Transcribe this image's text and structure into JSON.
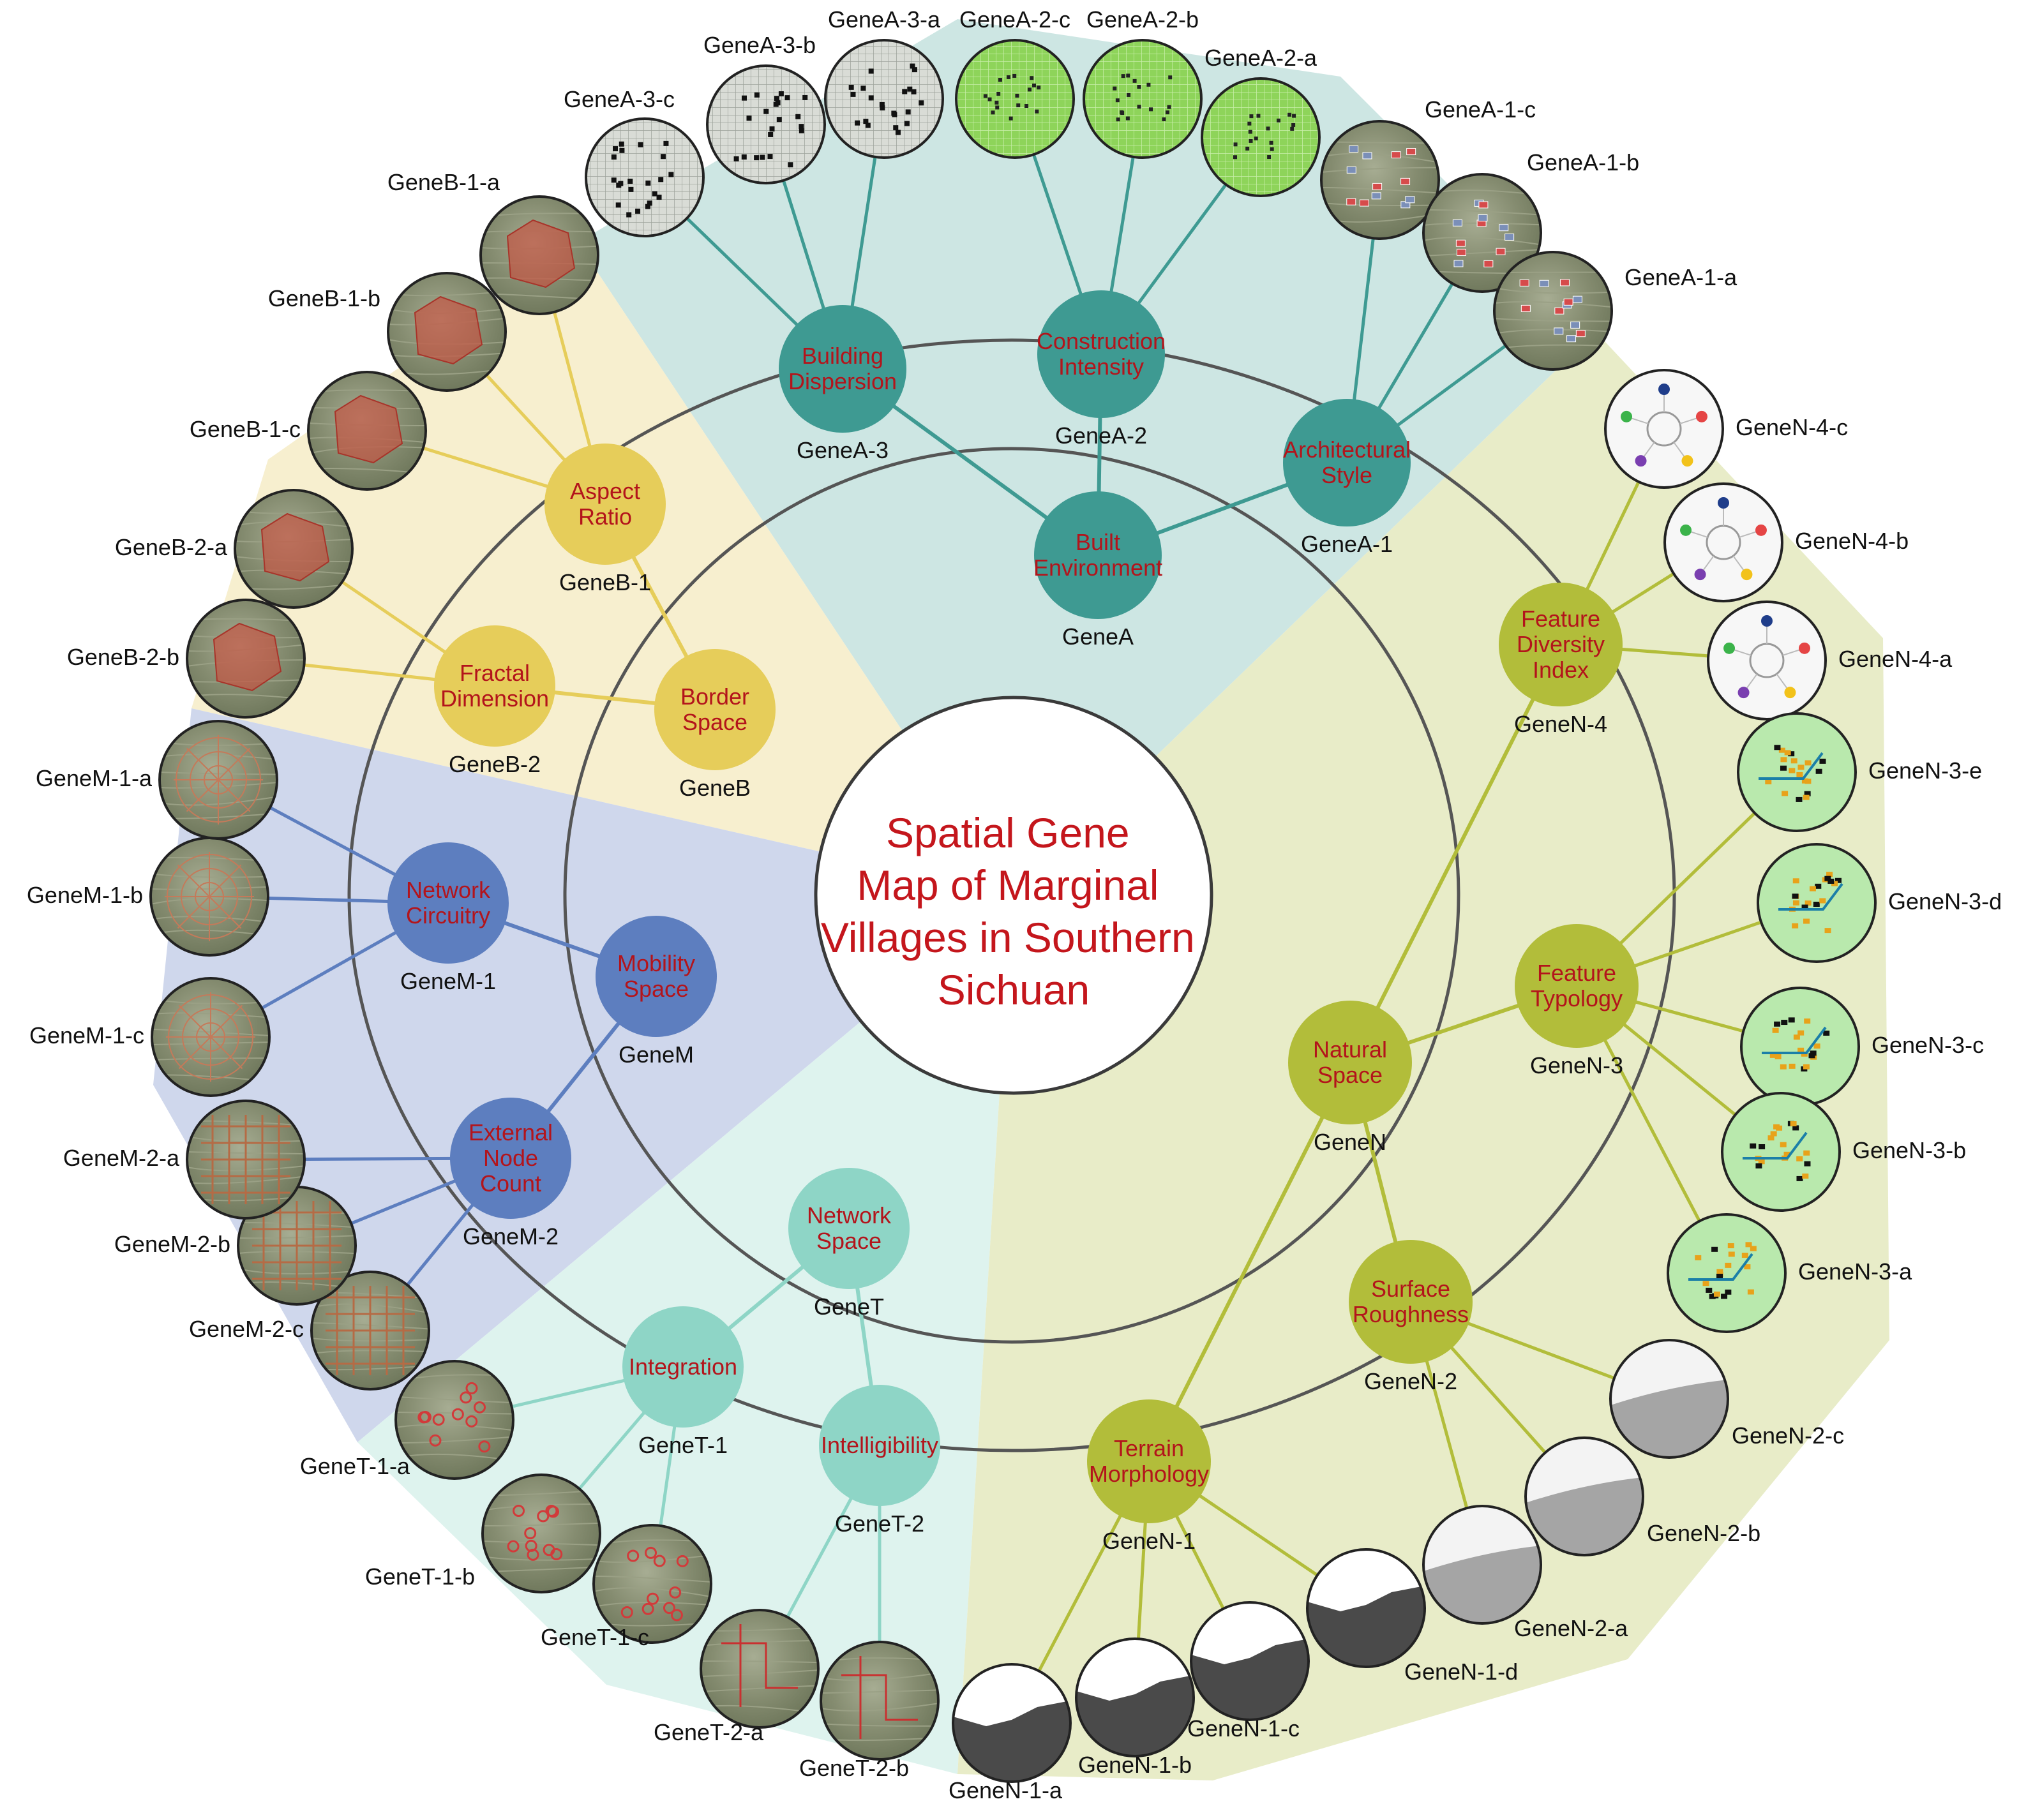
{
  "title_lines": [
    "Spatial Gene",
    "Map of Marginal",
    "Villages in Southern",
    "Sichuan"
  ],
  "colors": {
    "title_red": "#c4161c",
    "label_red": "#b3141b",
    "architecture_teal": "#3e9a92",
    "boundary_yellow": "#e6cd5a",
    "mobility_blue": "#5d7ebf",
    "network_mint": "#8ed5c6",
    "natural_olive": "#b2bd3a"
  },
  "sectors": [
    {
      "id": "GeneA",
      "name": "Built Environment",
      "icon": "building-icon"
    },
    {
      "id": "GeneB",
      "name": "Border Space",
      "icon": "boundary-icon"
    },
    {
      "id": "GeneM",
      "name": "Mobility Space",
      "icon": "road-icon"
    },
    {
      "id": "GeneT",
      "name": "Network Space",
      "icon": "network-icon"
    },
    {
      "id": "GeneN",
      "name": "Natural Space",
      "icon": "terrain-icon"
    }
  ],
  "hubs": [
    {
      "id": "GeneA",
      "name": "Built\nEnvironment",
      "label": "GeneA",
      "sector": "A"
    },
    {
      "id": "GeneA-1",
      "name": "Architectural\nStyle",
      "label": "GeneA-1",
      "sector": "A"
    },
    {
      "id": "GeneA-2",
      "name": "Construction\nIntensity",
      "label": "GeneA-2",
      "sector": "A"
    },
    {
      "id": "GeneA-3",
      "name": "Building\nDispersion",
      "label": "GeneA-3",
      "sector": "A"
    },
    {
      "id": "GeneB",
      "name": "Border\nSpace",
      "label": "GeneB",
      "sector": "B"
    },
    {
      "id": "GeneB-1",
      "name": "Aspect\nRatio",
      "label": "GeneB-1",
      "sector": "B"
    },
    {
      "id": "GeneB-2",
      "name": "Fractal\nDimension",
      "label": "GeneB-2",
      "sector": "B"
    },
    {
      "id": "GeneM",
      "name": "Mobility\nSpace",
      "label": "GeneM",
      "sector": "M"
    },
    {
      "id": "GeneM-1",
      "name": "Network\nCircuitry",
      "label": "GeneM-1",
      "sector": "M"
    },
    {
      "id": "GeneM-2",
      "name": "External\nNode\nCount",
      "label": "GeneM-2",
      "sector": "M"
    },
    {
      "id": "GeneT",
      "name": "Network\nSpace",
      "label": "GeneT",
      "sector": "T"
    },
    {
      "id": "GeneT-1",
      "name": "Integration",
      "label": "GeneT-1",
      "sector": "T"
    },
    {
      "id": "GeneT-2",
      "name": "Intelligibility",
      "label": "GeneT-2",
      "sector": "T"
    },
    {
      "id": "GeneN",
      "name": "Natural\nSpace",
      "label": "GeneN",
      "sector": "N"
    },
    {
      "id": "GeneN-1",
      "name": "Terrain\nMorphology",
      "label": "GeneN-1",
      "sector": "N"
    },
    {
      "id": "GeneN-2",
      "name": "Surface\nRoughness",
      "label": "GeneN-2",
      "sector": "N"
    },
    {
      "id": "GeneN-3",
      "name": "Feature\nTypology",
      "label": "GeneN-3",
      "sector": "N"
    },
    {
      "id": "GeneN-4",
      "name": "Feature\nDiversity\nIndex",
      "label": "GeneN-4",
      "sector": "N"
    }
  ],
  "leaves": [
    {
      "label": "GeneA-3-a",
      "hub": "GeneA-3",
      "kind": "grid"
    },
    {
      "label": "GeneA-2-c",
      "hub": "GeneA-2",
      "kind": "green-grid"
    },
    {
      "label": "GeneA-2-b",
      "hub": "GeneA-2",
      "kind": "green-grid"
    },
    {
      "label": "GeneA-2-a",
      "hub": "GeneA-2",
      "kind": "green-grid"
    },
    {
      "label": "GeneA-1-c",
      "hub": "GeneA-1",
      "kind": "aerial-buildings"
    },
    {
      "label": "GeneA-1-b",
      "hub": "GeneA-1",
      "kind": "aerial-buildings"
    },
    {
      "label": "GeneA-1-a",
      "hub": "GeneA-1",
      "kind": "aerial-buildings"
    },
    {
      "label": "GeneN-4-c",
      "hub": "GeneN-4",
      "kind": "diversity"
    },
    {
      "label": "GeneN-4-b",
      "hub": "GeneN-4",
      "kind": "diversity"
    },
    {
      "label": "GeneN-4-a",
      "hub": "GeneN-4",
      "kind": "diversity"
    },
    {
      "label": "GeneN-3-e",
      "hub": "GeneN-3",
      "kind": "feature-map"
    },
    {
      "label": "GeneN-3-d",
      "hub": "GeneN-3",
      "kind": "feature-map"
    },
    {
      "label": "GeneN-3-c",
      "hub": "GeneN-3",
      "kind": "feature-map"
    },
    {
      "label": "GeneN-3-b",
      "hub": "GeneN-3",
      "kind": "feature-map"
    },
    {
      "label": "GeneN-3-a",
      "hub": "GeneN-3",
      "kind": "feature-map"
    },
    {
      "label": "GeneN-2-c",
      "hub": "GeneN-2",
      "kind": "roughness"
    },
    {
      "label": "GeneN-2-b",
      "hub": "GeneN-2",
      "kind": "roughness"
    },
    {
      "label": "GeneN-2-a",
      "hub": "GeneN-2",
      "kind": "roughness"
    },
    {
      "label": "GeneN-1-d",
      "hub": "GeneN-1",
      "kind": "terrain"
    },
    {
      "label": "GeneN-1-c",
      "hub": "GeneN-1",
      "kind": "terrain"
    },
    {
      "label": "GeneN-1-b",
      "hub": "GeneN-1",
      "kind": "terrain"
    },
    {
      "label": "GeneN-1-a",
      "hub": "GeneN-1",
      "kind": "terrain"
    },
    {
      "label": "GeneT-2-b",
      "hub": "GeneT-2",
      "kind": "aerial-network"
    },
    {
      "label": "GeneT-2-a",
      "hub": "GeneT-2",
      "kind": "aerial-network"
    },
    {
      "label": "GeneT-1-c",
      "hub": "GeneT-1",
      "kind": "aerial-nodes"
    },
    {
      "label": "GeneT-1-b",
      "hub": "GeneT-1",
      "kind": "aerial-nodes"
    },
    {
      "label": "GeneT-1-a",
      "hub": "GeneT-1",
      "kind": "aerial-nodes"
    },
    {
      "label": "GeneM-2-c",
      "hub": "GeneM-2",
      "kind": "aerial-lattice"
    },
    {
      "label": "GeneM-2-b",
      "hub": "GeneM-2",
      "kind": "aerial-lattice"
    },
    {
      "label": "GeneM-2-a",
      "hub": "GeneM-2",
      "kind": "aerial-lattice"
    },
    {
      "label": "GeneM-1-c",
      "hub": "GeneM-1",
      "kind": "aerial-radial"
    },
    {
      "label": "GeneM-1-b",
      "hub": "GeneM-1",
      "kind": "aerial-radial"
    },
    {
      "label": "GeneM-1-a",
      "hub": "GeneM-1",
      "kind": "aerial-radial"
    },
    {
      "label": "GeneB-2-b",
      "hub": "GeneB-2",
      "kind": "aerial-boundary"
    },
    {
      "label": "GeneB-2-a",
      "hub": "GeneB-2",
      "kind": "aerial-boundary"
    },
    {
      "label": "GeneB-1-c",
      "hub": "GeneB-1",
      "kind": "aerial-boundary"
    },
    {
      "label": "GeneB-1-b",
      "hub": "GeneB-1",
      "kind": "aerial-boundary"
    },
    {
      "label": "GeneB-1-a",
      "hub": "GeneB-1",
      "kind": "aerial-boundary"
    },
    {
      "label": "GeneA-3-c",
      "hub": "GeneA-3",
      "kind": "grid"
    },
    {
      "label": "GeneA-3-b",
      "hub": "GeneA-3",
      "kind": "grid"
    }
  ]
}
